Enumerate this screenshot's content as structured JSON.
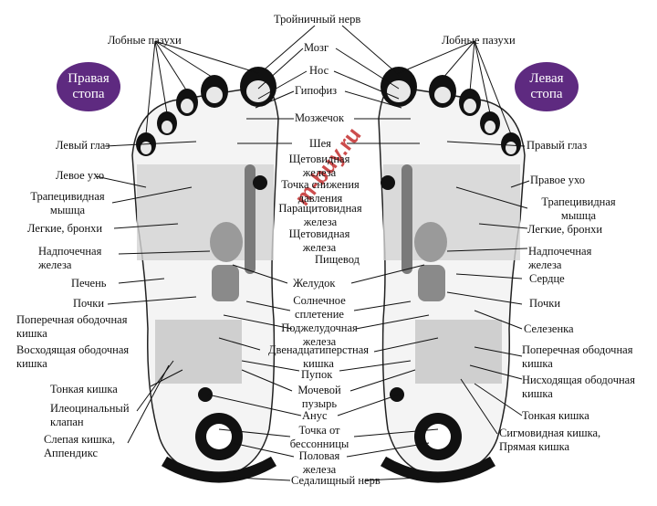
{
  "badges": {
    "right_foot": "Правая стопа",
    "left_foot": "Левая стопа"
  },
  "labels": {
    "trigeminal": "Тройничный нерв",
    "frontal_sinus_left": "Лобные пазухи",
    "frontal_sinus_right": "Лобные пазухи",
    "brain": "Мозг",
    "nose": "Нос",
    "pituitary": "Гипофиз",
    "cerebellum": "Мозжечок",
    "left_eye": "Левый глаз",
    "right_eye": "Правый глаз",
    "neck": "Шея",
    "thyroid_1": "Щетовидная",
    "thyroid_2": "железа",
    "left_ear": "Левое ухо",
    "right_ear": "Правое ухо",
    "pressure_1": "Точка снижения",
    "pressure_2": "давления",
    "trapezius_l1": "Трапецивидная",
    "trapezius_l2": "мышца",
    "trapezius_r1": "Трапецивидная",
    "trapezius_r2": "мышца",
    "parathyroid_1": "Паращитовидная",
    "parathyroid_2": "железа",
    "lungs_left": "Легкие, бронхи",
    "lungs_right": "Легкие, бронхи",
    "thyroid2_1": "Щетовидная",
    "thyroid2_2": "железа",
    "esophagus": "Пищевод",
    "adrenal_l1": "Надпочечная",
    "adrenal_l2": "железа",
    "adrenal_r1": "Надпочечная",
    "adrenal_r2": "железа",
    "liver": "Печень",
    "stomach": "Желудок",
    "heart": "Сердце",
    "kidneys_left": "Почки",
    "kidneys_right": "Почки",
    "solar_1": "Солнечное",
    "solar_2": "сплетение",
    "transverse_l1": "Поперечная ободочная",
    "transverse_l2": "кишка",
    "spleen": "Селезенка",
    "pancreas_1": "Поджелудочная",
    "pancreas_2": "железа",
    "ascending_1": "Восходящая ободочная",
    "ascending_2": "кишка",
    "duodenum_1": "Двенадцатиперстная",
    "duodenum_2": "кишка",
    "transverse_r1": "Поперечная ободочная",
    "transverse_r2": "кишка",
    "navel": "Пупок",
    "descending_1": "Нисходящая ободочная",
    "descending_2": "кишка",
    "small_int_left": "Тонкая кишка",
    "small_int_right": "Тонкая кишка",
    "bladder_1": "Мочевой",
    "bladder_2": "пузырь",
    "ileocecal_1": "Илеоцинальный",
    "ileocecal_2": "клапан",
    "anus": "Анус",
    "sigmoid_1": "Сигмовидная кишка,",
    "sigmoid_2": "Прямая кишка",
    "insomnia_1": "Точка от",
    "insomnia_2": "бессонницы",
    "caecum_1": "Слепая кишка,",
    "caecum_2": "Аппендикс",
    "gonad_1": "Половая",
    "gonad_2": "железа",
    "sciatic": "Седалищный нерв"
  },
  "watermark": "m-buy.ru",
  "colors": {
    "badge": "#5e2a80",
    "watermark": "#b11111",
    "foot_fill": "#d9d9d9",
    "dark": "#111111"
  }
}
